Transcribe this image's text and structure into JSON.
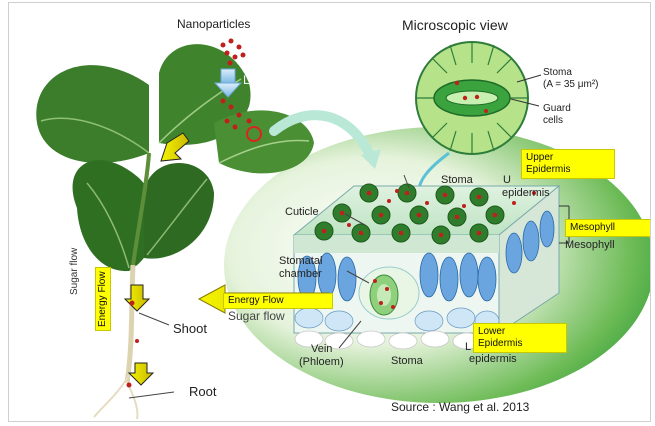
{
  "labels": {
    "nanoparticles": "Nanoparticles",
    "microscopic_view": "Microscopic view",
    "leaf": "Leaf",
    "stoma_top": "Stoma",
    "stoma_area": "(A = 35 μm²)",
    "guard": "Guard",
    "cells": "cells",
    "stoma_mid": "Stoma",
    "upper_u": "U",
    "epidermis_upper": "epidermis",
    "cuticle": "Cuticle",
    "mesophyll_under": "Mesophyll",
    "stomatal": "Stomatal",
    "chamber": "chamber",
    "sugar_flow": "Sugar flow",
    "vein": "Vein",
    "phloem": "(Phloem)",
    "stoma_bottom": "Stoma",
    "lower_l": "L",
    "epidermis_lower": "epidermis",
    "shoot": "Shoot",
    "root": "Root",
    "sugar_flow_vertical": "Sugar flow",
    "source": "Source : Wang et al. 2013"
  },
  "highlights": {
    "upper_epidermis_1": "Upper",
    "upper_epidermis_2": "Epidermis",
    "mesophyll": "Mesophyll",
    "energy_flow": "Energy Flow",
    "lower_epidermis_1": "Lower",
    "lower_epidermis_2": "Epidermis",
    "energy_flow_vertical": "Energy Flow"
  },
  "colors": {
    "highlight": "#ffff00",
    "leaf_dark": "#2f6a22",
    "leaf_mid": "#4f8f35",
    "green_bg": "#2e9d3a",
    "particle": "#c0201c",
    "mesophyll_cell": "#6aa5e0"
  }
}
